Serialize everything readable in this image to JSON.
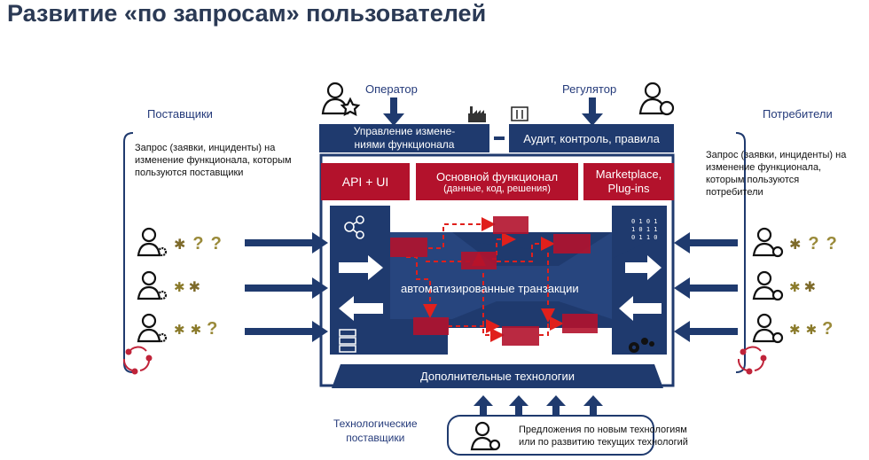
{
  "title": "Развитие «по запросам» пользователей",
  "suppliers": {
    "label": "Поставщики",
    "request": "Запрос (заявки, инциденты) на изменение функционала, которым пользуются поставщики"
  },
  "consumers": {
    "label": "Потребители",
    "request": "Запрос (заявки, инциденты) на изменение функционала, которым пользуются потребители"
  },
  "operator": {
    "label": "Оператор"
  },
  "regulator": {
    "label": "Регулятор"
  },
  "change_mgmt": {
    "line1": "Управление измене-",
    "line2": "ниями функционала"
  },
  "audit": "Аудит, контроль, правила",
  "api_ui": "API + UI",
  "core": {
    "line1": "Основной функционал",
    "line2": "(данные, код, решения)"
  },
  "marketplace": {
    "line1": "Marketplace,",
    "line2": "Plug-ins"
  },
  "transactions": "автоматизированные транзакции",
  "binary": [
    "0 1 0 1",
    "1 0 1 1",
    "0 1 1 0"
  ],
  "additional_tech": "Дополнительные технологии",
  "tech_suppliers": {
    "line1": "Технологические",
    "line2": "поставщики"
  },
  "proposals": {
    "line1": "Предложения по новым технологиям",
    "line2": "или по развитию текущих технологий"
  },
  "symbols": {
    "question": "?",
    "gear": "✱",
    "bug": "✱"
  },
  "colors": {
    "navy": "#1f3a6e",
    "red": "#b3122c",
    "olive": "#8a7a2a"
  }
}
